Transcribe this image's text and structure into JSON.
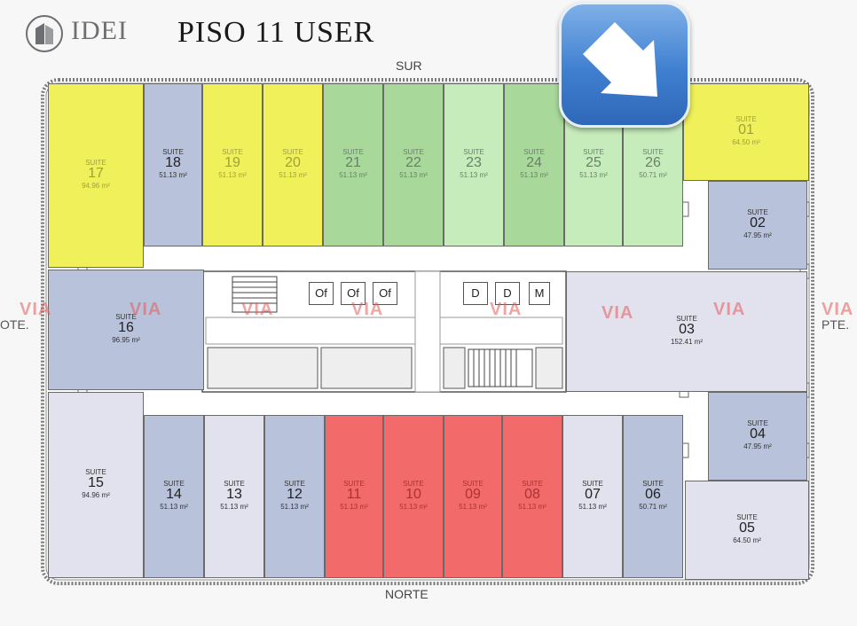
{
  "header": {
    "logo_text": "IDEI",
    "title": "PISO 11 USER"
  },
  "directions": {
    "south": "SUR",
    "north": "NORTE",
    "west": "OTE.",
    "east": "PTE."
  },
  "watermark": "VIA",
  "suite_label": "SUITE",
  "core_labels": [
    "Of",
    "Of",
    "Of",
    "D",
    "D",
    "M"
  ],
  "colors": {
    "yellow": "#f0f05a",
    "blue": "#b8c2da",
    "green": "#a8d89a",
    "light_green": "#c7ecbb",
    "red": "#f26a6a",
    "lavender": "#e2e1ee",
    "corridor": "#ffffff",
    "button_blue": "#3f7fd0"
  },
  "suites": [
    {
      "number": "01",
      "area": "64.50 m²",
      "color": "yellow"
    },
    {
      "number": "02",
      "area": "47.95 m²",
      "color": "blue"
    },
    {
      "number": "03",
      "area": "152.41 m²",
      "color": "lavender"
    },
    {
      "number": "04",
      "area": "47.95 m²",
      "color": "blue"
    },
    {
      "number": "05",
      "area": "64.50 m²",
      "color": "lavender"
    },
    {
      "number": "06",
      "area": "50.71 m²",
      "color": "blue"
    },
    {
      "number": "07",
      "area": "51.13 m²",
      "color": "lavender"
    },
    {
      "number": "08",
      "area": "51.13 m²",
      "color": "red"
    },
    {
      "number": "09",
      "area": "51.13 m²",
      "color": "red"
    },
    {
      "number": "10",
      "area": "51.13 m²",
      "color": "red"
    },
    {
      "number": "11",
      "area": "51.13 m²",
      "color": "red"
    },
    {
      "number": "12",
      "area": "51.13 m²",
      "color": "blue"
    },
    {
      "number": "13",
      "area": "51.13 m²",
      "color": "lavender"
    },
    {
      "number": "14",
      "area": "51.13 m²",
      "color": "blue"
    },
    {
      "number": "15",
      "area": "94.96 m²",
      "color": "lavender"
    },
    {
      "number": "16",
      "area": "96.95 m²",
      "color": "blue"
    },
    {
      "number": "17",
      "area": "94.96 m²",
      "color": "yellow"
    },
    {
      "number": "18",
      "area": "51.13 m²",
      "color": "blue"
    },
    {
      "number": "19",
      "area": "51.13 m²",
      "color": "yellow"
    },
    {
      "number": "20",
      "area": "51.13 m²",
      "color": "yellow"
    },
    {
      "number": "21",
      "area": "51.13 m²",
      "color": "green"
    },
    {
      "number": "22",
      "area": "51.13 m²",
      "color": "green"
    },
    {
      "number": "23",
      "area": "51.13 m²",
      "color": "light_green"
    },
    {
      "number": "24",
      "area": "51.13 m²",
      "color": "green"
    },
    {
      "number": "25",
      "area": "51.13 m²",
      "color": "light_green"
    },
    {
      "number": "26",
      "area": "50.71 m²",
      "color": "light_green"
    }
  ]
}
